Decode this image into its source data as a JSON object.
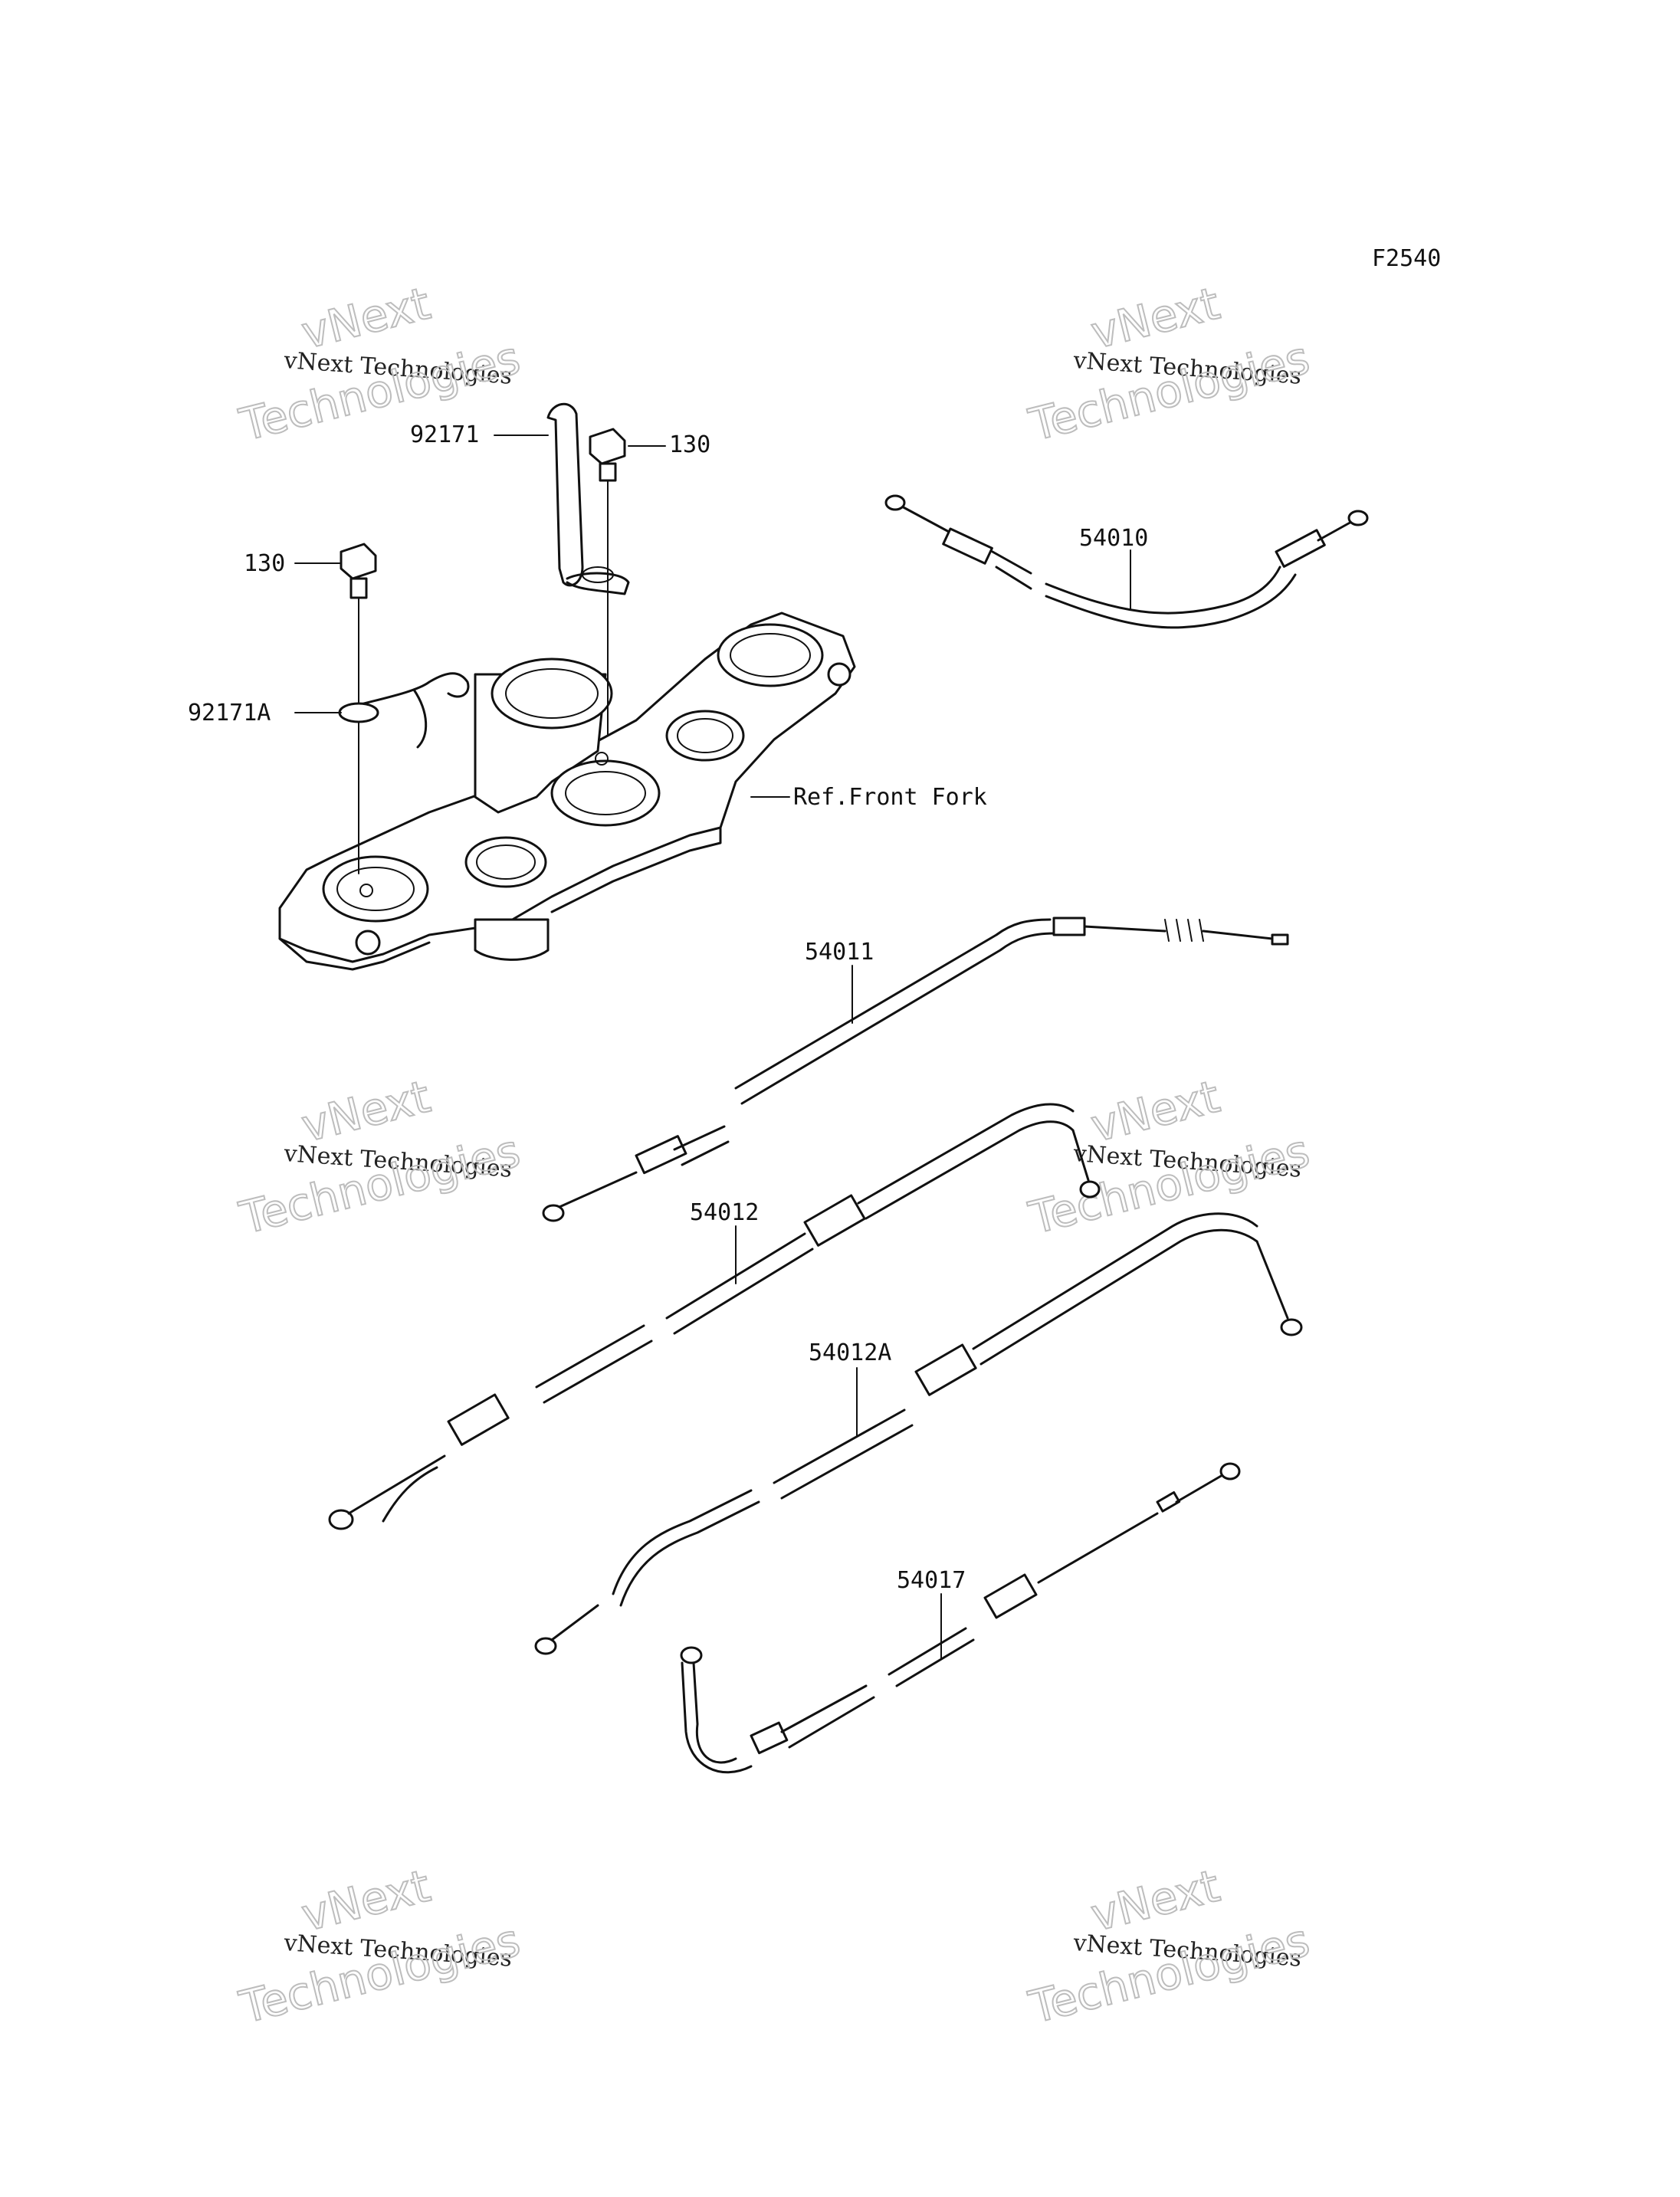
{
  "diagram_code": "F2540",
  "watermark": {
    "line1": "vNext",
    "line2": "vNext Technologies",
    "line3": "Technologies"
  },
  "callouts": {
    "bracket_92171": "92171",
    "bolt_130_right": "130",
    "bolt_130_left": "130",
    "bracket_92171A": "92171A",
    "ref_front_fork": "Ref.Front Fork",
    "cable_54010": "54010",
    "cable_54011": "54011",
    "cable_54012": "54012",
    "cable_54012A": "54012A",
    "cable_54017": "54017"
  }
}
